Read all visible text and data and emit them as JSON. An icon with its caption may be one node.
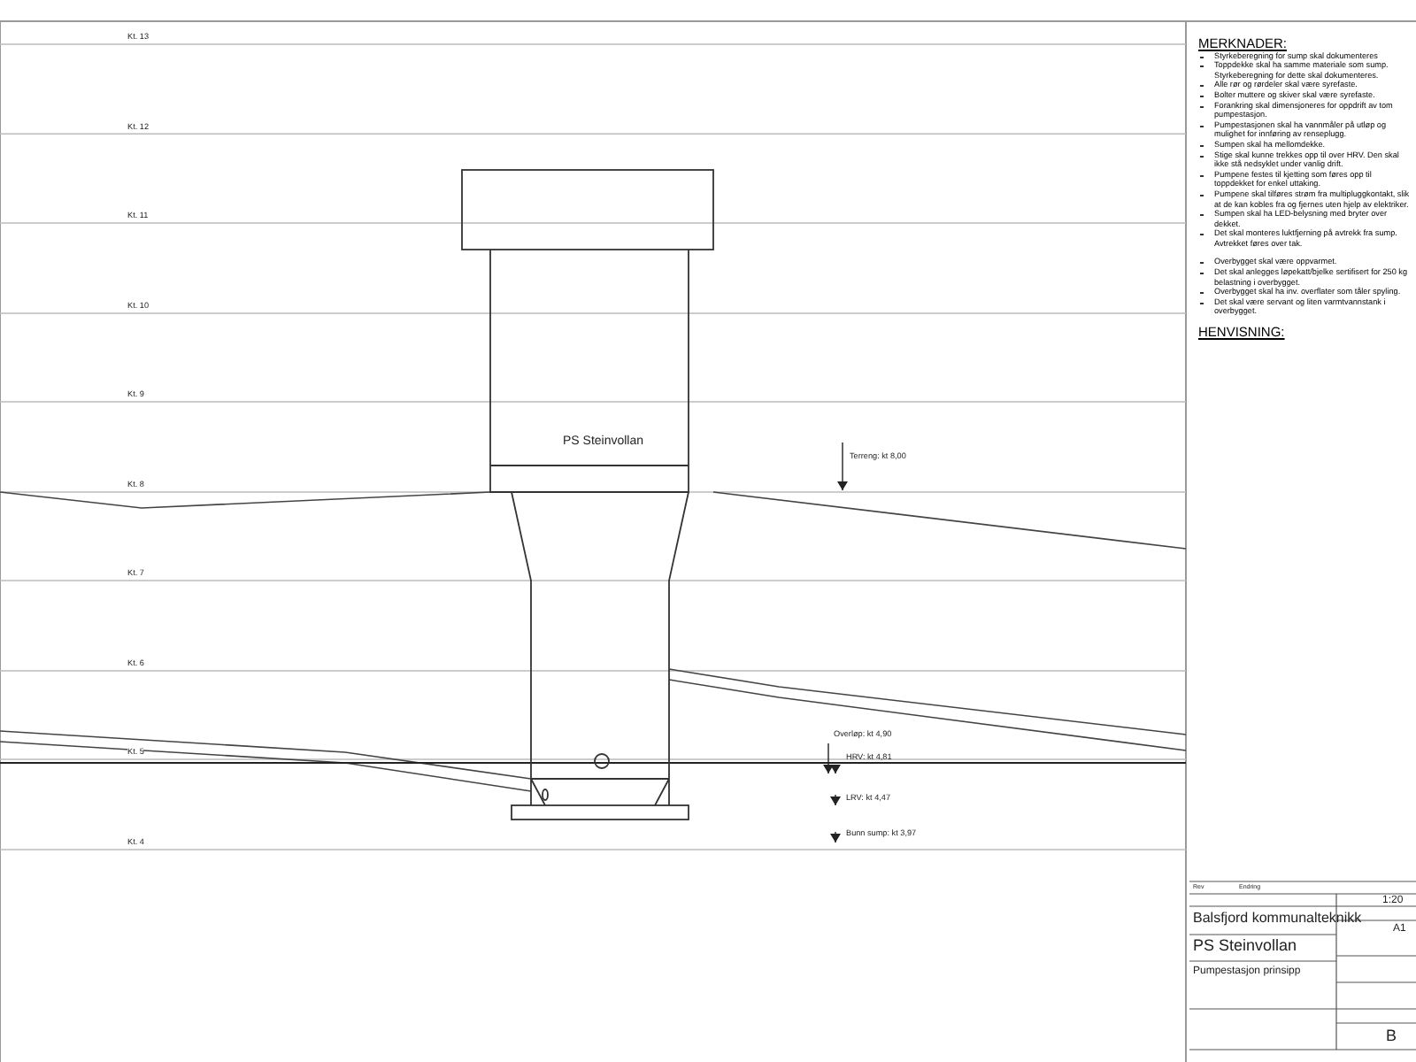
{
  "diagram": {
    "nodes": [
      {
        "text": [
          "PS Steinvollan"
        ]
      }
    ],
    "labels": [
      "Kt. 13",
      "Kt. 12",
      "Kt. 11",
      "Kt. 10",
      "Kt. 9",
      "Kt. 8",
      "Kt. 7",
      "Kt. 6",
      "Kt. 5",
      "Kt. 4",
      "Terreng: kt 8,00",
      "Overløp: kt 4,90",
      "HRV: kt 4,81",
      "LRV: kt 4,47",
      "Bunn sump: kt 3,97",
      "MERKNADER:",
      "Styrkeberegning for sump skal dokumenteres",
      "Toppdekke skal ha samme materiale som sump. Styrkeberegning for dette skal dokumenteres.",
      "Alle rør og rørdeler skal være syrefaste.",
      "Bolter muttere og skiver skal være syrefaste.",
      "Forankring skal dimensjoneres for oppdrift av tom pumpestasjon.",
      "Pumpestasjonen skal ha vannmåler på utløp og mulighet for innføring av renseplugg.",
      "Sumpen skal ha mellomdekke.",
      "Stige skal kunne trekkes opp til over HRV. Den skal ikke stå nedsyklet under vanlig drift.",
      "Pumpene festes til kjetting som føres opp til toppdekket for enkel uttaking.",
      "Pumpene skal tilføres strøm fra multipluggkontakt, slik at de kan kobles fra og fjernes uten hjelp av elektriker.",
      "Sumpen skal ha LED-belysning med bryter over dekket.",
      "Det skal monteres luktfjerning på avtrekk fra sump. Avtrekket føres over tak.",
      "Overbygget skal være oppvarmet.",
      "Det skal anlegges løpekatt/bjelke sertifisert for 250 kg belastning i overbygget.",
      "Overbygget skal ha inv. overflater som tåler spyling.",
      "Det skal være servant og liten varmtvannstank i overbygget.",
      "HENVISNING:",
      "Rev",
      "Endring",
      "Balsfjord kommunalteknikk",
      "PS Steinvollan",
      "Pumpestasjon prinsipp",
      "1:20",
      "A1",
      "B"
    ]
  }
}
